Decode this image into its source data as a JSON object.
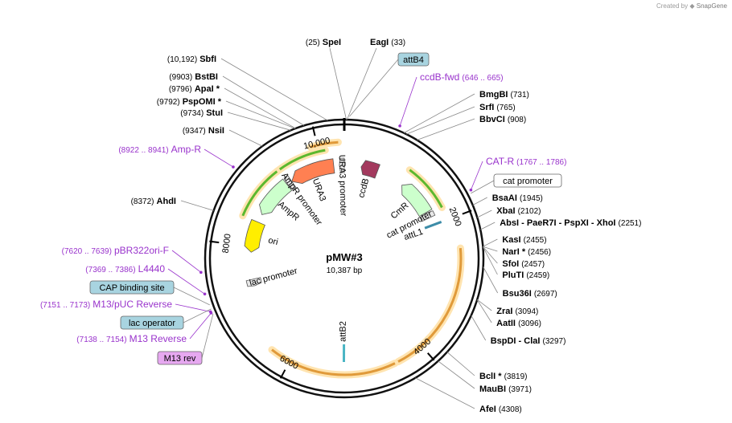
{
  "credit": {
    "prefix": "Created by",
    "brand": "SnapGene"
  },
  "plasmid": {
    "name": "pMW#3",
    "length": "10,387 bp",
    "total_bp": 10387
  },
  "ticks": [
    {
      "label": "2000",
      "bp": 2000
    },
    {
      "label": "4000",
      "bp": 4000
    },
    {
      "label": "6000",
      "bp": 6000
    },
    {
      "label": "8000",
      "bp": 8000
    },
    {
      "label": "10,000",
      "bp": 10000
    }
  ],
  "features": [
    {
      "name": "URA3 promoter",
      "start": 10300,
      "end": 10387,
      "type": "promoter",
      "color": "#e8e8e8",
      "dir": -1,
      "track": 0
    },
    {
      "name": "URA3",
      "start": 9400,
      "end": 10200,
      "type": "cds",
      "color": "#ff8052",
      "dir": -1,
      "track": 0
    },
    {
      "name": "ccdB",
      "start": 300,
      "end": 600,
      "type": "cds",
      "color": "#a33a5e",
      "dir": -1,
      "track": 0
    },
    {
      "name": "CmR",
      "start": 1100,
      "end": 1750,
      "type": "cds",
      "color": "#ccffcc",
      "dir": -1,
      "track": 0
    },
    {
      "name": "cat promoter",
      "start": 1760,
      "end": 1860,
      "type": "promoter",
      "color": "#e8e8e8",
      "dir": -1,
      "track": 0
    },
    {
      "name": "attL1",
      "start": 2000,
      "end": 2100,
      "type": "site",
      "color": "#3d8ca8",
      "dir": 1,
      "track": 0
    },
    {
      "name": "AmpR",
      "start": 8600,
      "end": 9300,
      "type": "cds",
      "color": "#ccffcc",
      "dir": -1,
      "track": 0
    },
    {
      "name": "AmpR promoter",
      "start": 9310,
      "end": 9400,
      "type": "promoter",
      "color": "#e8e8e8",
      "dir": -1,
      "track": 0
    },
    {
      "name": "ori",
      "start": 7900,
      "end": 8450,
      "type": "ori",
      "color": "#ffee00",
      "dir": -1,
      "track": 0
    },
    {
      "name": "lac promoter",
      "start": 7300,
      "end": 7420,
      "type": "promoter",
      "color": "#e8e8e8",
      "dir": -1,
      "track": 0
    },
    {
      "name": "attB2",
      "start": 5200,
      "end": 5230,
      "type": "site",
      "color": "#4ab5c4",
      "dir": 1,
      "track": 0
    }
  ],
  "arcs": [
    {
      "start": 9900,
      "end": 10300,
      "color": "#e09a3a"
    },
    {
      "start": 9300,
      "end": 10100,
      "color": "#5cb82e"
    },
    {
      "start": 8450,
      "end": 9300,
      "color": "#5cb82e"
    },
    {
      "start": 1050,
      "end": 1800,
      "color": "#5cb82e"
    },
    {
      "start": 2450,
      "end": 4400,
      "color": "#e09a3a"
    },
    {
      "start": 4450,
      "end": 6300,
      "color": "#e09a3a"
    }
  ],
  "sites_right": [
    {
      "name": "SpeI",
      "pos": "(25)",
      "bp": 25
    },
    {
      "name": "EagI",
      "pos": "(33)",
      "bp": 33
    },
    {
      "name": "BmgBI",
      "pos": "(731)",
      "bp": 731
    },
    {
      "name": "SrfI",
      "pos": "(765)",
      "bp": 765
    },
    {
      "name": "BbvCI",
      "pos": "(908)",
      "bp": 908
    },
    {
      "name": "BsaAI",
      "pos": "(1945)",
      "bp": 1945
    },
    {
      "name": "XbaI",
      "pos": "(2102)",
      "bp": 2102
    },
    {
      "name": "AbsI - PaeR7I - PspXI - XhoI",
      "pos": "(2251)",
      "bp": 2251
    },
    {
      "name": "KasI",
      "pos": "(2455)",
      "bp": 2455
    },
    {
      "name": "NarI *",
      "pos": "(2456)",
      "bp": 2456
    },
    {
      "name": "SfoI",
      "pos": "(2457)",
      "bp": 2457
    },
    {
      "name": "PluTI",
      "pos": "(2459)",
      "bp": 2459
    },
    {
      "name": "Bsu36I",
      "pos": "(2697)",
      "bp": 2697
    },
    {
      "name": "ZraI",
      "pos": "(3094)",
      "bp": 3094
    },
    {
      "name": "AatII",
      "pos": "(3096)",
      "bp": 3096
    },
    {
      "name": "BspDI - ClaI",
      "pos": "(3297)",
      "bp": 3297
    },
    {
      "name": "BclI *",
      "pos": "(3819)",
      "bp": 3819
    },
    {
      "name": "MauBI",
      "pos": "(3971)",
      "bp": 3971
    },
    {
      "name": "AfeI",
      "pos": "(4308)",
      "bp": 4308
    }
  ],
  "sites_left": [
    {
      "name": "SbfI",
      "pos": "(10,192)",
      "bp": 10192
    },
    {
      "name": "BstBI",
      "pos": "(9903)",
      "bp": 9903
    },
    {
      "name": "ApaI *",
      "pos": "(9796)",
      "bp": 9796
    },
    {
      "name": "PspOMI *",
      "pos": "(9792)",
      "bp": 9792
    },
    {
      "name": "StuI",
      "pos": "(9734)",
      "bp": 9734
    },
    {
      "name": "NsiI",
      "pos": "(9347)",
      "bp": 9347
    },
    {
      "name": "AhdI",
      "pos": "(8372)",
      "bp": 8372
    }
  ],
  "primers": [
    {
      "name": "ccdB-fwd",
      "pos": "(646 .. 665)",
      "bp": 655
    },
    {
      "name": "CAT-R",
      "pos": "(1767 .. 1786)",
      "bp": 1776
    },
    {
      "name": "Amp-R",
      "pos": "(8922 .. 8941)",
      "bp": 8931
    },
    {
      "name": "pBR322ori-F",
      "pos": "(7620 .. 7639)",
      "bp": 7630
    },
    {
      "name": "L4440",
      "pos": "(7369 .. 7386)",
      "bp": 7377
    },
    {
      "name": "M13/pUC Reverse",
      "pos": "(7151 .. 7173)",
      "bp": 7162
    },
    {
      "name": "M13 Reverse",
      "pos": "(7138 .. 7154)",
      "bp": 7146
    }
  ],
  "boxes": [
    {
      "name": "attB4",
      "bp": 60,
      "bg": "#a8d4e0"
    },
    {
      "name": "cat promoter",
      "bp": 1810,
      "bg": "#ffffff"
    },
    {
      "name": "CAP binding site",
      "bp": 7240,
      "bg": "#a8d4e0"
    },
    {
      "name": "lac operator",
      "bp": 7190,
      "bg": "#a8d4e0"
    },
    {
      "name": "M13 rev",
      "bp": 7130,
      "bg": "#e6a8f0"
    }
  ],
  "colors": {
    "primer": "#9933cc",
    "site": "#000000",
    "backbone": "#111111"
  }
}
